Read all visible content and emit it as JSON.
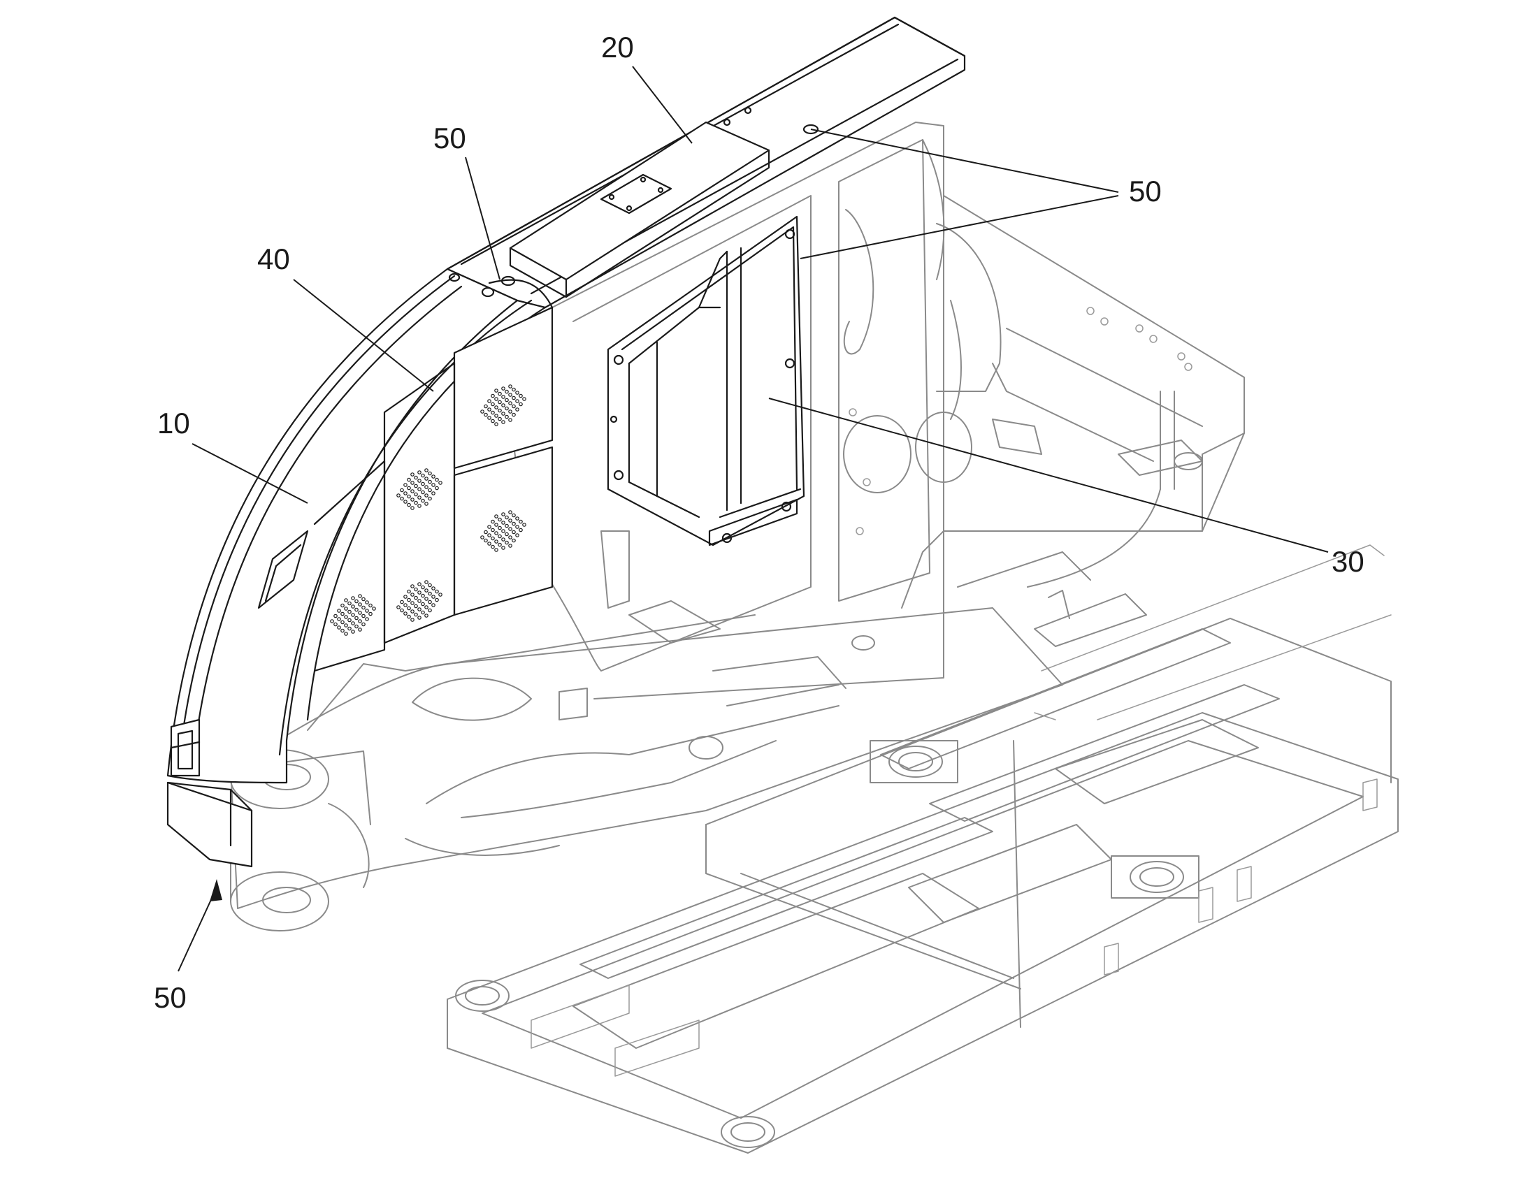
{
  "labels": {
    "ref_10": "10",
    "ref_20": "20",
    "ref_30": "30",
    "ref_40": "40",
    "ref_50_top": "50",
    "ref_50_right": "50",
    "ref_50_bottom": "50"
  }
}
